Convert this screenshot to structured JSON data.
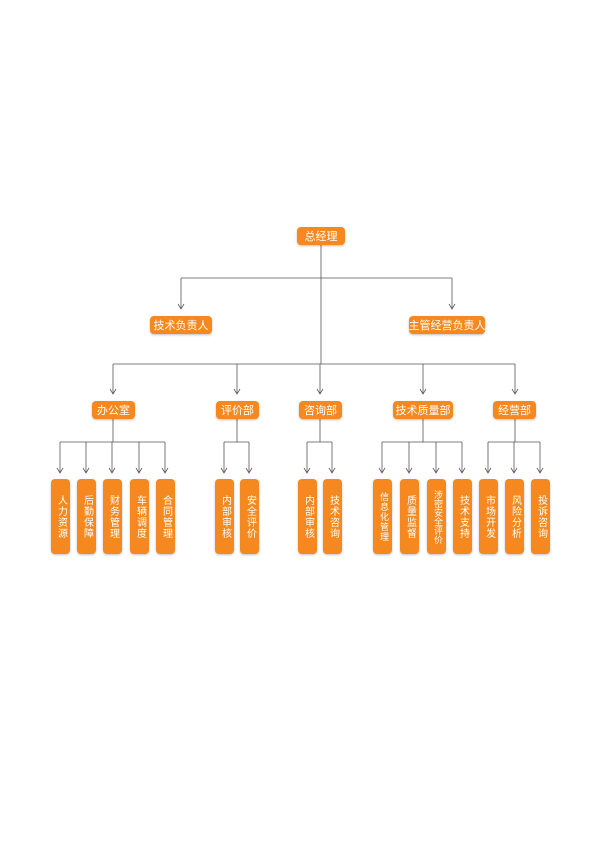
{
  "colors": {
    "accent": "#f5891f",
    "line": "#555555"
  },
  "org": {
    "root": "总经理",
    "level2": [
      "技术负责人",
      "主管经营负责人"
    ],
    "departments": [
      {
        "name": "办公室",
        "units": [
          "人力资源",
          "后勤保障",
          "财务管理",
          "车辆调度",
          "合同管理"
        ]
      },
      {
        "name": "评价部",
        "units": [
          "内部审核",
          "安全评价"
        ]
      },
      {
        "name": "咨询部",
        "units": [
          "内部审核",
          "技术咨询"
        ]
      },
      {
        "name": "技术质量部",
        "units": [
          "信息化管理",
          "质量监督",
          "涉密安全评价",
          "技术支持"
        ]
      },
      {
        "name": "经营部",
        "units": [
          "市场开发",
          "风险分析",
          "投诉咨询"
        ]
      }
    ]
  }
}
